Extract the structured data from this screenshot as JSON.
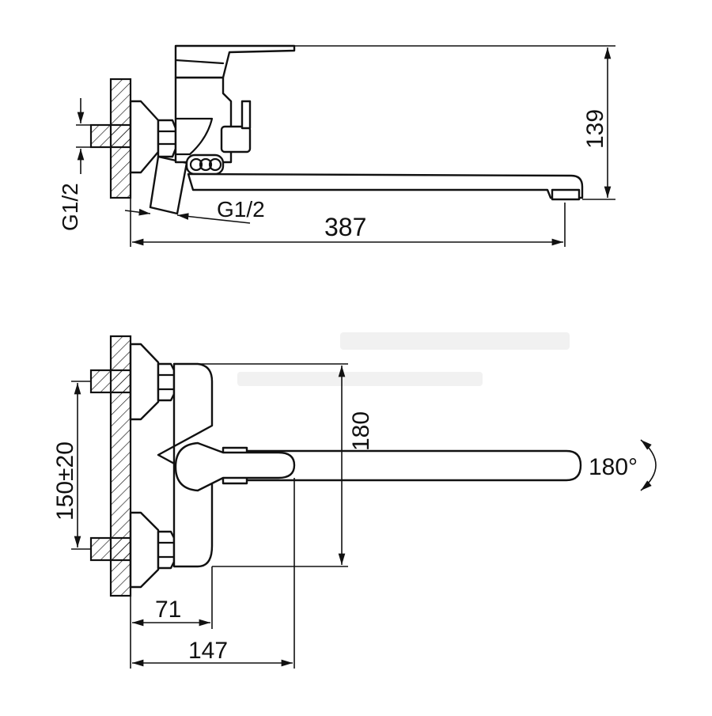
{
  "side_view": {
    "height_label": "139",
    "length_label": "387",
    "thread_vertical_label": "G1/2",
    "thread_angled_label": "G1/2"
  },
  "top_view": {
    "spacing_label": "150±20",
    "depth_label": "180",
    "rotation_label": "180°",
    "offset_short_label": "71",
    "offset_long_label": "147"
  }
}
